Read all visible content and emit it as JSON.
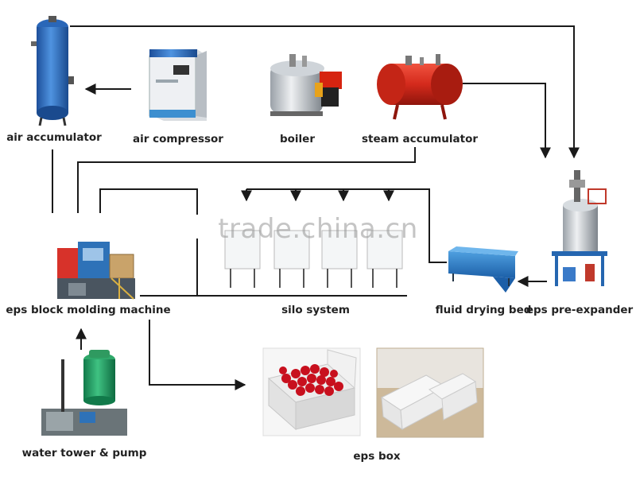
{
  "labels": {
    "air_accumulator": "air accumulator",
    "air_compressor": "air compressor",
    "boiler": "boiler",
    "steam_accumulator": "steam accumulator",
    "eps_block_molding_machine": "eps block molding machine",
    "silo_system": "silo system",
    "fluid_drying_bed": "fluid drying bed",
    "eps_pre_expander": "eps pre-expander",
    "water_tower_pump": "water tower & pump",
    "eps_box": "eps box"
  },
  "watermark": "trade.china.cn",
  "colors": {
    "line": "#1a1a1a",
    "tank_blue": "#2a6fc4",
    "steam_red": "#d42a1c",
    "compressor_blue": "#3d8fd0",
    "cherry_red": "#c8101e"
  }
}
